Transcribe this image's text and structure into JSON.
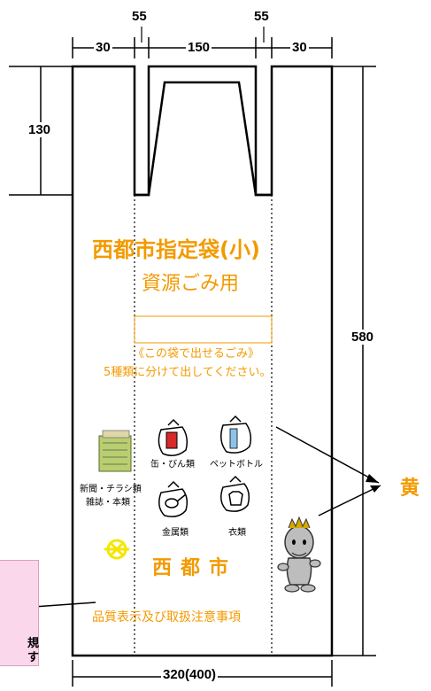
{
  "dimensions": {
    "handle_width_left": "55",
    "handle_width_right": "55",
    "side_left": "30",
    "center_opening": "150",
    "side_right": "30",
    "handle_height": "130",
    "bag_height": "580",
    "bag_width": "320(400)"
  },
  "bag": {
    "title": "西都市指定袋(小)",
    "subtitle": "資源ごみ用",
    "info_heading": "《この袋で出せるごみ》",
    "info_text": "5種類に分けて出してください。",
    "categories": {
      "cans_bottles": "缶・びん類",
      "pet_bottles": "ペットボトル",
      "newspaper": "新聞・チラシ類",
      "magazine": "雑誌・本類",
      "metals": "金属類",
      "clothing": "衣類"
    },
    "city_name": "西都市",
    "quality_label": "品質表示及び取扱注意事項"
  },
  "color_annotation": "黄",
  "side_note": "規\nす",
  "colors": {
    "accent_orange": "#f39a00",
    "note_pink": "#fbd7ec"
  }
}
